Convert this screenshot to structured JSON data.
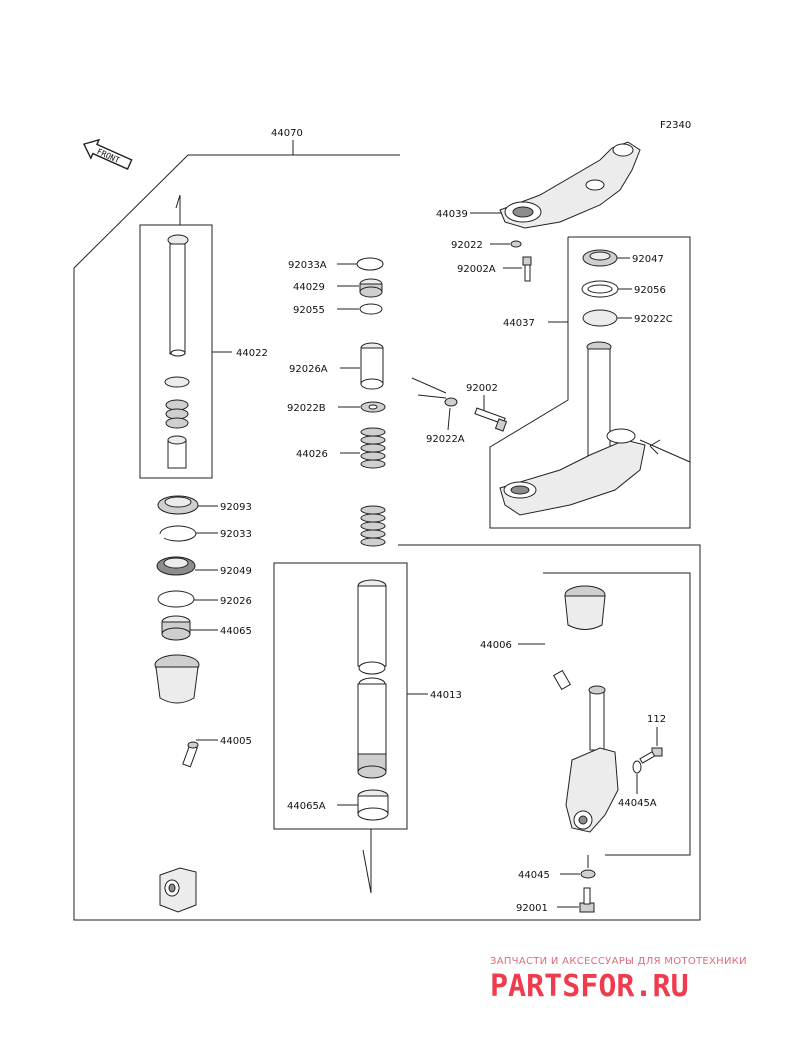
{
  "figure_code": "F2340",
  "front_label": "FRONT",
  "labels": {
    "p44070": "44070",
    "p44039": "44039",
    "p92022": "92022",
    "p92002A": "92002A",
    "p92047": "92047",
    "p92056": "92056",
    "p44037": "44037",
    "p92022C": "92022C",
    "p92033A": "92033A",
    "p44029": "44029",
    "p92055": "92055",
    "p44022": "44022",
    "p92026A": "92026A",
    "p92002": "92002",
    "p92022B": "92022B",
    "p92022A": "92022A",
    "p44026": "44026",
    "p92093": "92093",
    "p92033": "92033",
    "p92049": "92049",
    "p92026": "92026",
    "p44065": "44065",
    "p44006": "44006",
    "p44013": "44013",
    "p112": "112",
    "p44005": "44005",
    "p44045A": "44045A",
    "p44065A": "44065A",
    "p44045": "44045",
    "p92001": "92001"
  },
  "watermark": {
    "tagline": "ЗАПЧАСТИ И АКСЕССУАРЫ ДЛЯ МОТОТЕХНИКИ",
    "brand": "PARTSFOR.RU"
  }
}
